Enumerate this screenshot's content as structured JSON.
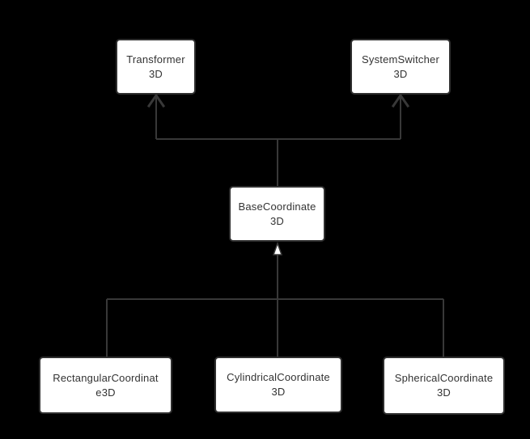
{
  "colors": {
    "background": "#000000",
    "node_fill": "#ffffff",
    "node_border": "#2f2f2f",
    "node_text": "#333333",
    "edge_line": "#383838",
    "inheritance_arrow_fill": "#ffffff"
  },
  "nodes": [
    {
      "id": "transformer3d",
      "label": "Transformer3D",
      "lines": [
        "Transformer",
        "3D"
      ]
    },
    {
      "id": "systemswitcher3d",
      "label": "SystemSwitcher3D",
      "lines": [
        "SystemSwitcher",
        "3D"
      ]
    },
    {
      "id": "basecoordinate3d",
      "label": "BaseCoordinate3D",
      "lines": [
        "BaseCoordinate",
        "3D"
      ]
    },
    {
      "id": "rectangularcoordinate3d",
      "label": "RectangularCoordinate3D",
      "lines": [
        "RectangularCoordinat",
        "e3D"
      ]
    },
    {
      "id": "cylindricalcoordinate3d",
      "label": "CylindricalCoordinate3D",
      "lines": [
        "CylindricalCoordinate",
        "3D"
      ]
    },
    {
      "id": "sphericalcoordinate3d",
      "label": "SphericalCoordinate3D",
      "lines": [
        "SphericalCoordinate",
        "3D"
      ]
    }
  ],
  "edges": [
    {
      "from": "basecoordinate3d",
      "to": "transformer3d",
      "arrowhead": "open-chevron"
    },
    {
      "from": "basecoordinate3d",
      "to": "systemswitcher3d",
      "arrowhead": "open-chevron"
    },
    {
      "from": "rectangularcoordinate3d",
      "to": "basecoordinate3d",
      "arrowhead": "hollow-triangle"
    },
    {
      "from": "cylindricalcoordinate3d",
      "to": "basecoordinate3d",
      "arrowhead": "hollow-triangle"
    },
    {
      "from": "sphericalcoordinate3d",
      "to": "basecoordinate3d",
      "arrowhead": "hollow-triangle"
    }
  ]
}
